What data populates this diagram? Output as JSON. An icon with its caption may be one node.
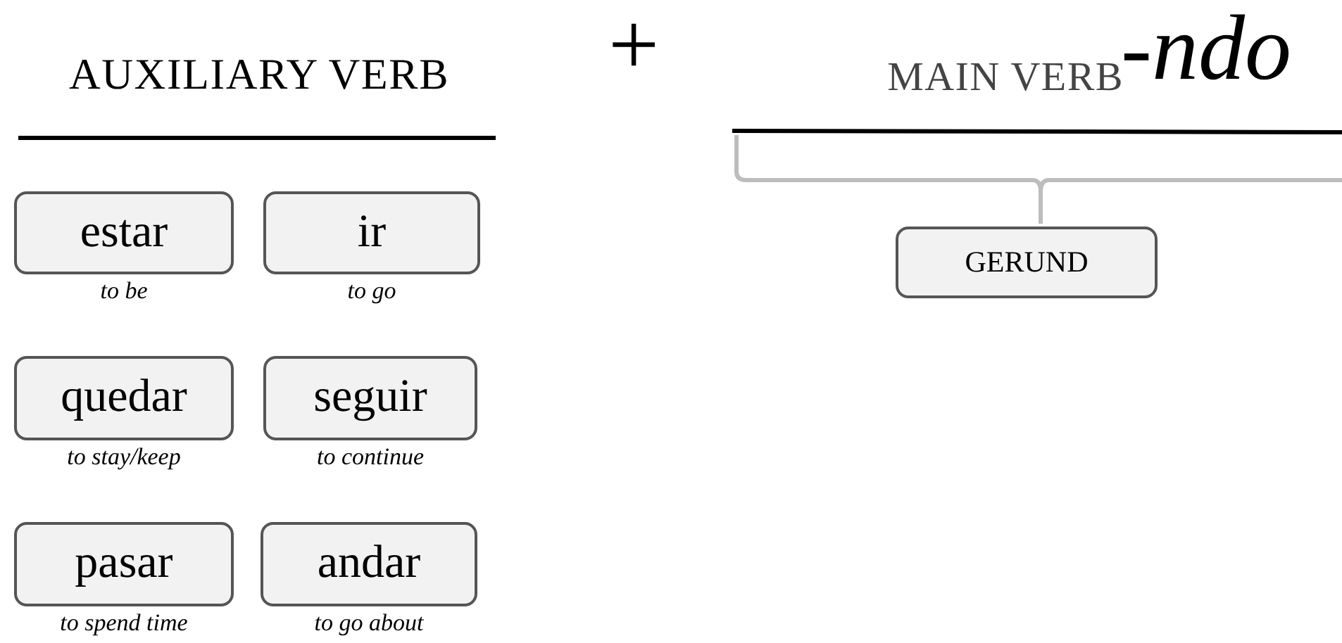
{
  "diagram": {
    "nodes": [
      {
        "text": [
          "estar"
        ],
        "beside": [
          "to be"
        ]
      },
      {
        "text": [
          "ir"
        ],
        "beside": [
          "to go"
        ]
      },
      {
        "text": [
          "quedar"
        ],
        "beside": [
          "to stay/keep"
        ]
      },
      {
        "text": [
          "seguir"
        ],
        "beside": [
          "to continue"
        ]
      },
      {
        "text": [
          "pasar"
        ],
        "beside": [
          "to spend time"
        ]
      },
      {
        "text": [
          "andar"
        ],
        "beside": [
          "to go about"
        ]
      },
      {
        "text": [
          "GERUND"
        ]
      }
    ],
    "labels": [
      "AUXILIARY VERB",
      "+",
      "MAIN VERB",
      "-ndo"
    ]
  }
}
